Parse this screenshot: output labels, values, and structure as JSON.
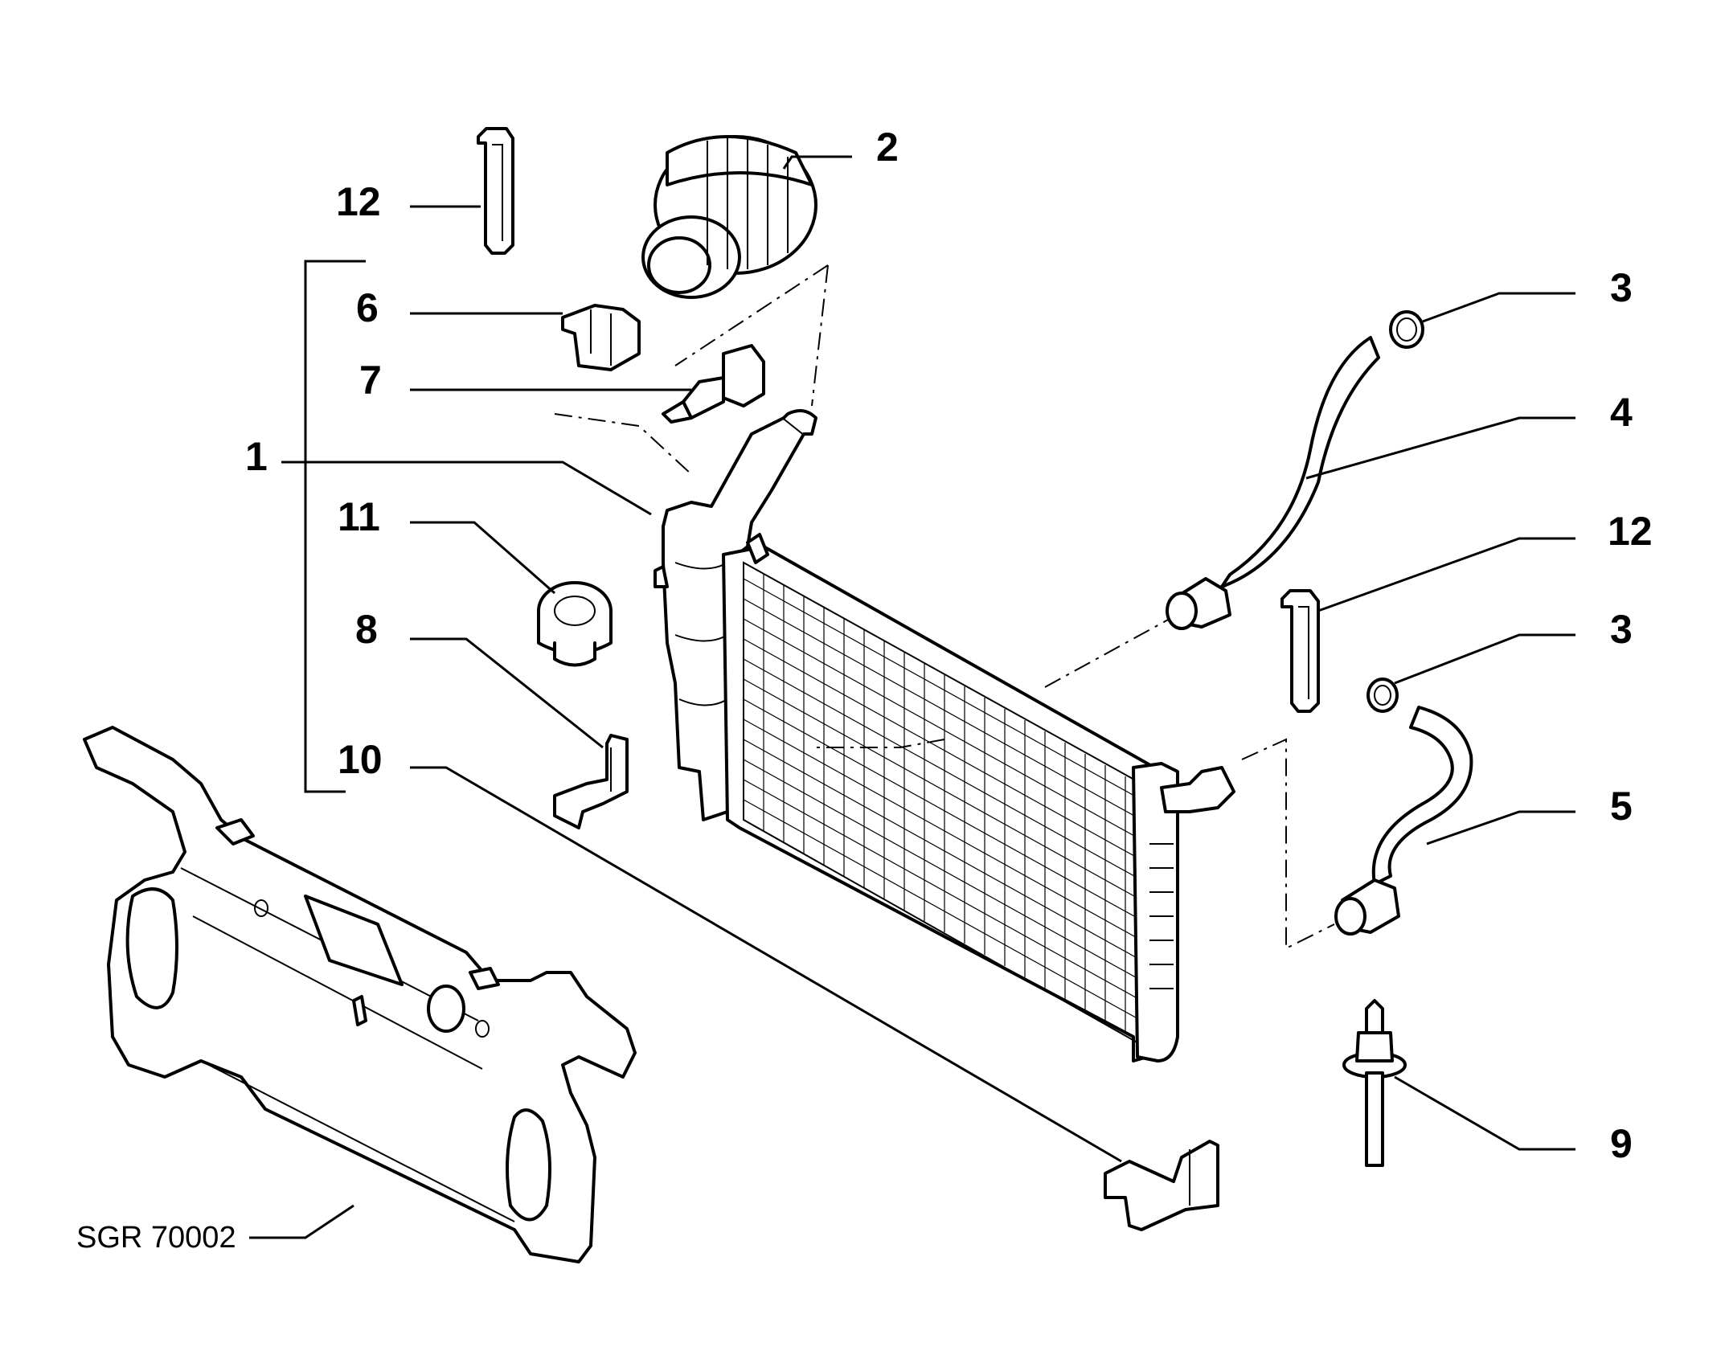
{
  "diagram": {
    "reference_code": "SGR 70002",
    "callouts": [
      {
        "id": "c12a",
        "number": "12"
      },
      {
        "id": "c2",
        "number": "2"
      },
      {
        "id": "c6",
        "number": "6"
      },
      {
        "id": "c7",
        "number": "7"
      },
      {
        "id": "c1",
        "number": "1"
      },
      {
        "id": "c11",
        "number": "11"
      },
      {
        "id": "c8",
        "number": "8"
      },
      {
        "id": "c10",
        "number": "10"
      },
      {
        "id": "c3a",
        "number": "3"
      },
      {
        "id": "c4",
        "number": "4"
      },
      {
        "id": "c12b",
        "number": "12"
      },
      {
        "id": "c3b",
        "number": "3"
      },
      {
        "id": "c5",
        "number": "5"
      },
      {
        "id": "c9",
        "number": "9"
      }
    ]
  }
}
